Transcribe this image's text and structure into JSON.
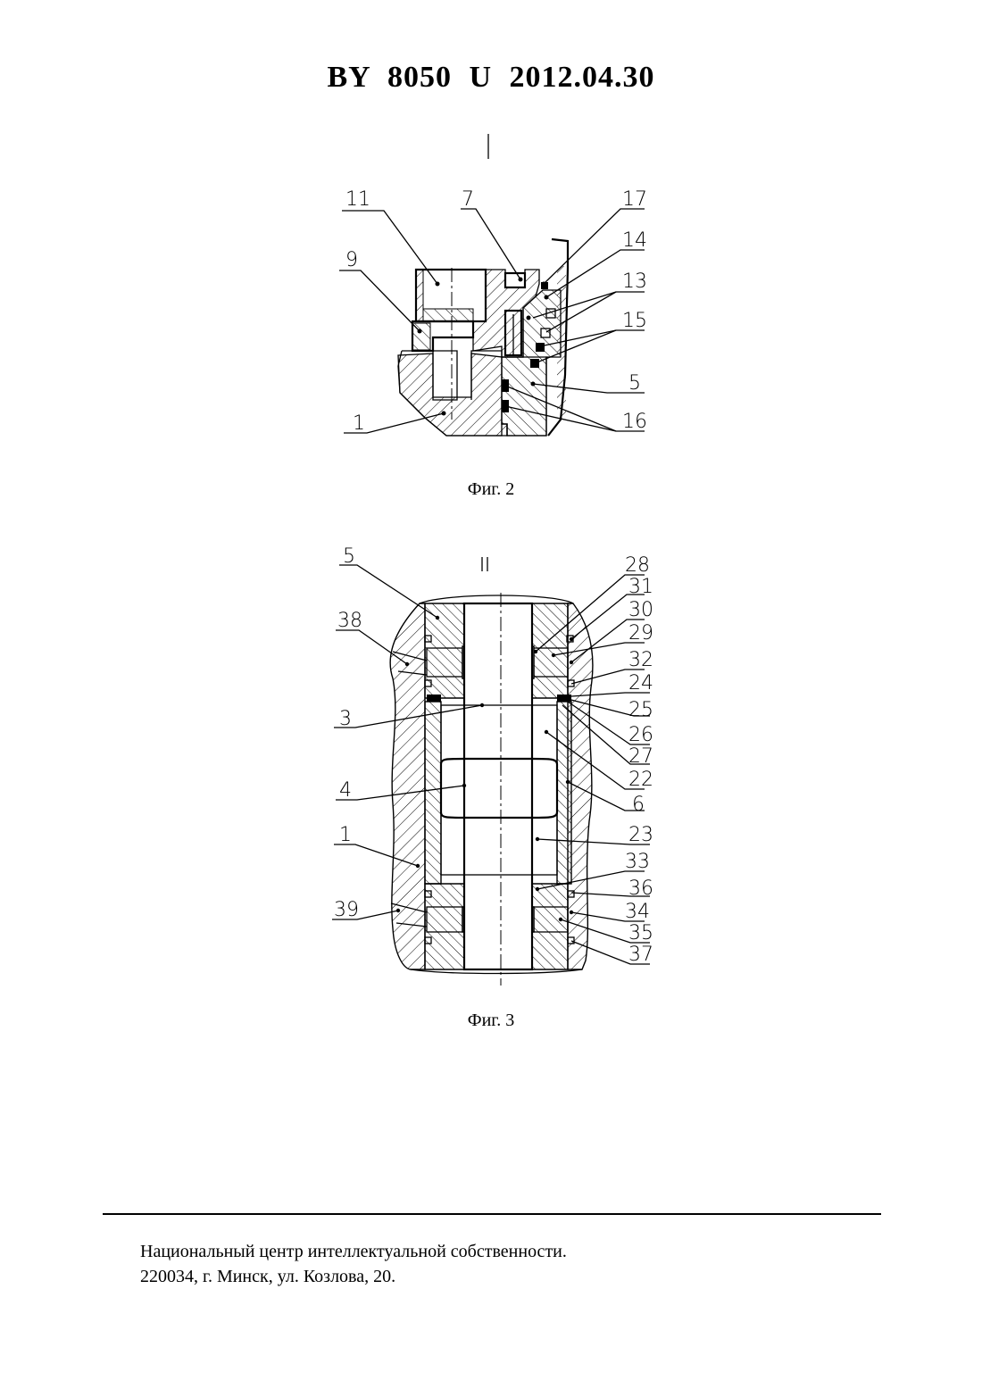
{
  "header": {
    "title": "BY  8050  U  2012.04.30"
  },
  "figure2": {
    "section_mark": "I",
    "caption": "Фиг. 2",
    "labels": [
      "11",
      "7",
      "17",
      "14",
      "9",
      "13",
      "15",
      "5",
      "1",
      "16"
    ]
  },
  "figure3": {
    "section_mark": "II",
    "caption": "Фиг. 3",
    "labels": [
      "5",
      "28",
      "31",
      "30",
      "38",
      "29",
      "32",
      "24",
      "25",
      "3",
      "26",
      "27",
      "22",
      "4",
      "6",
      "1",
      "23",
      "33",
      "36",
      "39",
      "34",
      "35",
      "37"
    ]
  },
  "footer": {
    "line1": "Национальный центр интеллектуальной собственности.",
    "line2": "220034, г. Минск, ул. Козлова, 20."
  }
}
